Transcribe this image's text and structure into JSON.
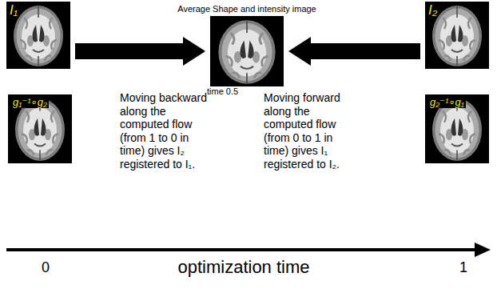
{
  "diagram": {
    "nodes": [
      {
        "text": [
          "I₁"
        ]
      },
      {
        "text": [
          "Average Shape and intensity image",
          "time 0.5"
        ]
      },
      {
        "text": [
          "I₂"
        ]
      },
      {
        "text": [
          "g₁⁻¹∘g₂"
        ]
      },
      {
        "text": [
          "g₂⁻¹∘g₁"
        ]
      }
    ],
    "edges": [
      {
        "from": 0,
        "to": 1,
        "arrow": "to"
      },
      {
        "from": 2,
        "to": 1,
        "arrow": "to"
      }
    ],
    "labels": [
      "Moving backward along the computed flow (from 1 to 0 in time) gives I₂ registered to I₁.",
      "Moving forward along the computed flow (from 0 to 1 in time) gives I₁ registered to I₂.",
      "0",
      "optimization time",
      "1"
    ]
  }
}
